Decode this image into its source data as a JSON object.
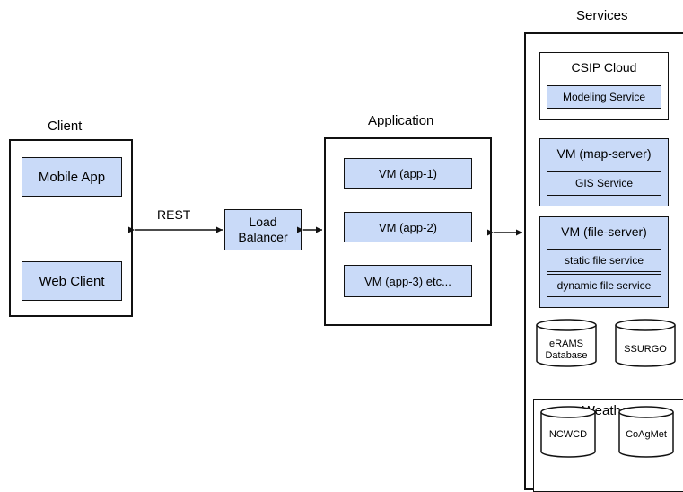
{
  "client": {
    "title": "Client",
    "mobile_app": "Mobile App",
    "web_client": "Web Client"
  },
  "rest_label": "REST",
  "load_balancer": "Load\nBalancer",
  "application": {
    "title": "Application",
    "vms": [
      "VM (app-1)",
      "VM (app-2)",
      "VM (app-3) etc..."
    ]
  },
  "services": {
    "title": "Services",
    "csip": {
      "title": "CSIP Cloud",
      "item": "Modeling Service"
    },
    "map_server": {
      "title": "VM (map-server)",
      "item": "GIS Service"
    },
    "file_server": {
      "title": "VM (file-server)",
      "items": [
        "static file service",
        "dynamic file service"
      ]
    },
    "databases": [
      "eRAMS\nDatabase",
      "SSURGO"
    ],
    "weather": {
      "title": "Weather",
      "databases": [
        "NCWCD",
        "CoAgMet"
      ]
    }
  },
  "colors": {
    "box_fill": "#c9daf8",
    "line": "#111111"
  }
}
